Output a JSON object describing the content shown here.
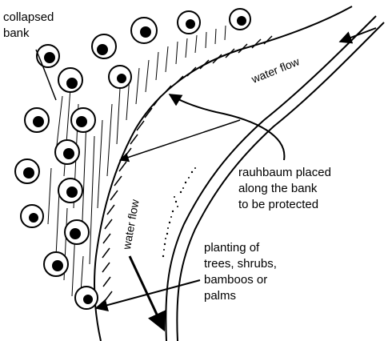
{
  "labels": {
    "collapsed_bank": [
      "collapsed",
      "bank"
    ],
    "rauhbaum": [
      "rauhbaum placed",
      "along the bank",
      "to be protected"
    ],
    "planting": [
      "planting of",
      "trees, shrubs,",
      "bamboos or",
      "palms"
    ],
    "water_flow_top": "water flow",
    "water_flow_middle": "water flow"
  },
  "colors": {
    "ink": "#000000",
    "paper": "#ffffff"
  }
}
